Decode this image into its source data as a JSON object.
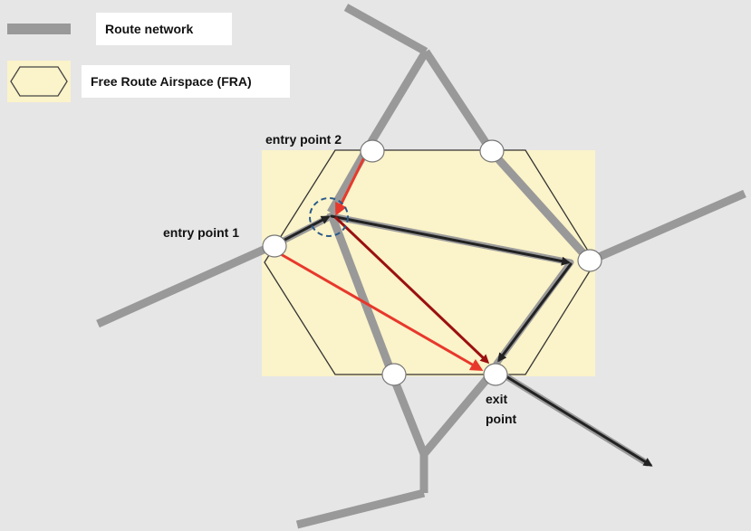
{
  "legend": {
    "route_network_label": "Route network",
    "fra_label": "Free Route Airspace (FRA)"
  },
  "labels": {
    "entry_point_1": "entry point 1",
    "entry_point_2": "entry point 2",
    "exit_line1": "exit",
    "exit_line2": "point"
  },
  "colors": {
    "route_grey": "#999999",
    "fra_fill": "#fbf3c9",
    "path_dark": "#222222",
    "direct_red": "#e8382c",
    "direct_darkred": "#9b1010",
    "circle_dash": "#2a5a8a"
  }
}
